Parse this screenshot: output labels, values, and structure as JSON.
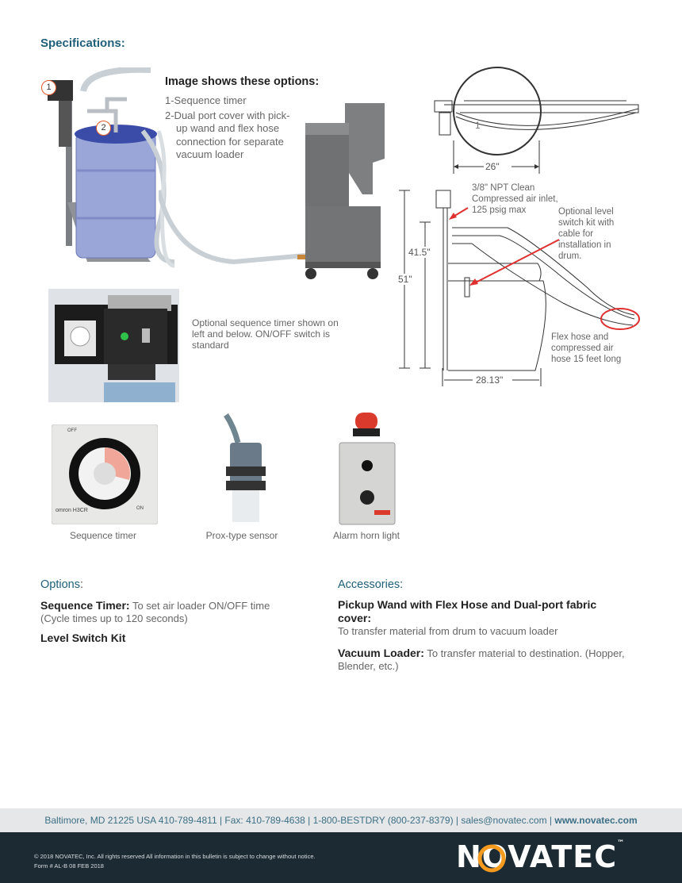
{
  "header": {
    "title": "Specifications:"
  },
  "image_options": {
    "title": "Image shows these options:",
    "item1": "1-Sequence timer",
    "item2": "2-Dual port cover with pick-up wand and flex hose connection for separate vacuum loader"
  },
  "photo_markers": {
    "m1": "1",
    "m2": "2"
  },
  "diagram": {
    "width_top": "26\"",
    "marker_1": "1",
    "air_inlet": "3/8\" NPT Clean Compressed air inlet, 125 psig max",
    "level_switch": "Optional level switch kit with cable for installation in drum.",
    "height_inlet": "41.5\"",
    "height_total": "51\"",
    "flex_hose": "Flex hose and compressed air hose 15 feet long",
    "width_bottom": "28.13\""
  },
  "timer_note": "Optional sequence timer shown on left and below. ON/OFF switch is standard",
  "captions": {
    "sequence_timer": "Sequence timer",
    "prox_sensor": "Prox-type sensor",
    "alarm": "Alarm horn light"
  },
  "timer_face": {
    "brand": "omron H3CR",
    "off": "OFF",
    "on": "ON"
  },
  "options": {
    "heading": "Options",
    "colon": ":",
    "seq_bold": "Sequence Timer:",
    "seq_text": "To set air loader ON/OFF time (Cycle times up to 120 seconds)",
    "level": "Level Switch Kit"
  },
  "accessories": {
    "heading": "Accessories:",
    "wand_bold": "Pickup Wand with Flex Hose and Dual-port fabric cover:",
    "wand_text": "To transfer material from drum to vacuum loader",
    "vac_bold": "Vacuum Loader:",
    "vac_text": "To transfer material to destination. (Hopper, Blender, etc.)"
  },
  "footer": {
    "address": "Baltimore, MD 21225 USA  410-789-4811 | Fax: 410-789-4638 | 1-800-BESTDRY (800-237-8379) | sales@novatec.com | ",
    "website": "www.novatec.com",
    "copyright": "© 2018 NOVATEC, Inc. All rights reserved   All information in this bulletin is subject to change without notice.",
    "form": "Form # AL-B 08 FEB 2018",
    "logo": "NOVATEC",
    "tm": "™"
  },
  "colors": {
    "accent": "#1f5f7a",
    "footer_dark": "#1c2a33",
    "alarm_red": "#d93a2b",
    "diagram_red": "#e03030"
  }
}
